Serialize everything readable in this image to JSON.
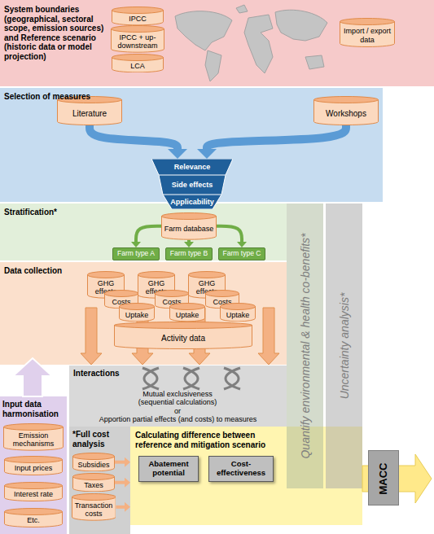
{
  "diagram": {
    "nodes": [
      {
        "text": [
          "System boundaries (geographical, sectoral scope, emission sources) and Reference scenario (historic data or model projection)"
        ]
      },
      {
        "text": [
          "IPCC"
        ],
        "in": 0
      },
      {
        "text": [
          "IPCC + up-downstream"
        ],
        "in": 0
      },
      {
        "text": [
          "LCA"
        ],
        "in": 0
      },
      {
        "text": [
          "Import / export data"
        ],
        "in": 0
      },
      {
        "text": [
          "Selection of measures"
        ]
      },
      {
        "text": [
          "Literature"
        ],
        "in": 5
      },
      {
        "text": [
          "Workshops"
        ],
        "in": 5
      },
      {
        "text": [
          "Relevance"
        ],
        "in": 5
      },
      {
        "text": [
          "Side effects"
        ],
        "in": 5
      },
      {
        "text": [
          "Applicability"
        ],
        "in": 5
      },
      {
        "text": [
          "Stratification*"
        ]
      },
      {
        "text": [
          "Farm database"
        ],
        "in": 11
      },
      {
        "text": [
          "Farm type A"
        ],
        "in": 11
      },
      {
        "text": [
          "Farm type B"
        ],
        "in": 11
      },
      {
        "text": [
          "Farm type C"
        ],
        "in": 11
      },
      {
        "text": [
          "Quantify environmental & health co-benefits*"
        ]
      },
      {
        "text": [
          "Uncertainty analysis*"
        ]
      },
      {
        "text": [
          "Data collection"
        ]
      },
      {
        "text": [
          "GHG effects"
        ],
        "in": 18
      },
      {
        "text": [
          "Costs"
        ],
        "in": 18
      },
      {
        "text": [
          "Uptake"
        ],
        "in": 18
      },
      {
        "text": [
          "GHG effects"
        ],
        "in": 18
      },
      {
        "text": [
          "Costs"
        ],
        "in": 18
      },
      {
        "text": [
          "Uptake"
        ],
        "in": 18
      },
      {
        "text": [
          "GHG effects"
        ],
        "in": 18
      },
      {
        "text": [
          "Costs"
        ],
        "in": 18
      },
      {
        "text": [
          "Uptake"
        ],
        "in": 18
      },
      {
        "text": [
          "Activity data"
        ],
        "in": 18
      },
      {
        "text": [
          "Interactions",
          "Mutual exclusiveness (sequential calculations)",
          "or",
          "Apportion partial effects (and costs) to measures"
        ]
      },
      {
        "text": [
          "Input data harmonisation"
        ]
      },
      {
        "text": [
          "Emission mechanisms"
        ],
        "in": 30
      },
      {
        "text": [
          "Input prices"
        ],
        "in": 30
      },
      {
        "text": [
          "Interest rate"
        ],
        "in": 30
      },
      {
        "text": [
          "Etc."
        ],
        "in": 30
      },
      {
        "text": [
          "*Full cost analysis"
        ]
      },
      {
        "text": [
          "Subsidies"
        ],
        "in": 35
      },
      {
        "text": [
          "Taxes"
        ],
        "in": 35
      },
      {
        "text": [
          "Transaction costs"
        ],
        "in": 35
      },
      {
        "text": [
          "Calculating difference between reference and mitigation scenario"
        ]
      },
      {
        "text": [
          "Abatement potential"
        ],
        "in": 39
      },
      {
        "text": [
          "Cost-effectiveness"
        ],
        "in": 39
      },
      {
        "text": [
          "MACC"
        ]
      }
    ],
    "edges": [
      {
        "from": 6,
        "to": 8,
        "arrow": "to"
      },
      {
        "from": 7,
        "to": 8,
        "arrow": "to"
      },
      {
        "from": 12,
        "to": 13,
        "arrow": "to"
      },
      {
        "from": 12,
        "to": 14,
        "arrow": "to"
      },
      {
        "from": 12,
        "to": 15,
        "arrow": "to"
      },
      {
        "from": 36,
        "to": 39,
        "arrow": "to"
      },
      {
        "from": 37,
        "to": 39,
        "arrow": "to"
      },
      {
        "from": 38,
        "to": 39,
        "arrow": "to"
      }
    ]
  }
}
